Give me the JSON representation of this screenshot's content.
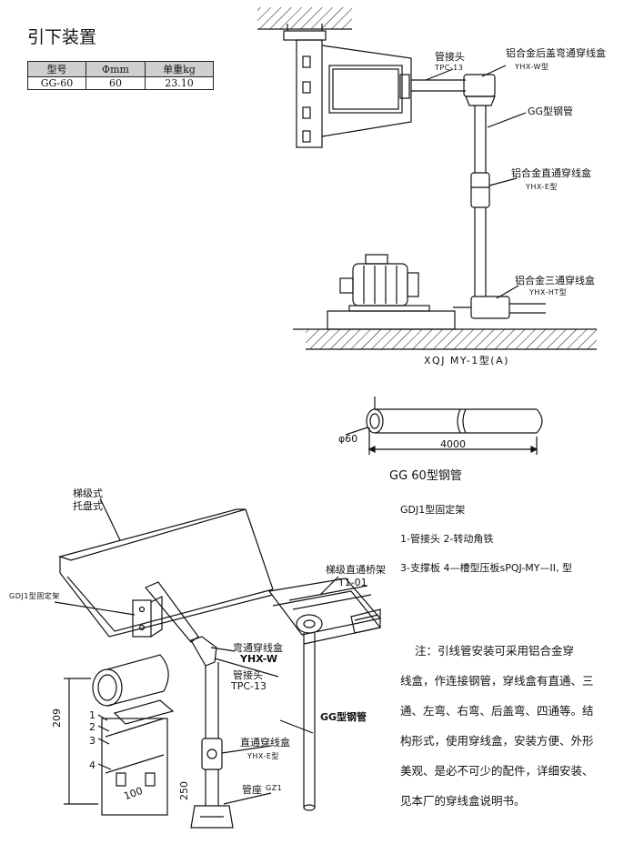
{
  "title": "引下装置",
  "spec_table": {
    "headers": [
      "型号",
      "Φmm",
      "单重kg"
    ],
    "rows": [
      [
        "GG-60",
        "60",
        "23.10"
      ]
    ]
  },
  "diagram_a": {
    "pipe_joint": "管接头",
    "pipe_joint_code": "TPC-13",
    "back_cover_box": "铝合金后盖弯通穿线盒",
    "back_cover_box_code": "YHX-W型",
    "gg_pipe": "GG型钢管",
    "straight_box": "铝合金直通穿线盒",
    "straight_box_code": "YHX-E型",
    "tee_box": "铝合金三通穿线盒",
    "tee_box_code": "YHX-HT型",
    "caption": "XQJ MY-1型(A)"
  },
  "pipe_drawing": {
    "diameter": "φ60",
    "length": "4000",
    "caption": "GG 60型钢管"
  },
  "fixture_legend": {
    "title": "GDJ1型固定架",
    "line1": "1-管接头  2-转动角铁",
    "line2": "3-支撑板  4—槽型压板sPQJ-MY—II, 型"
  },
  "diagram_b": {
    "ladder_tray_1": "梯级式",
    "ladder_tray_2": "托盘式",
    "gdj1_fixture": "GDJ1型固定架",
    "ladder_bridge": "梯级直通桥架",
    "ladder_bridge_code": "T1-01",
    "elbow_box": "弯通穿线盒",
    "elbow_box_code": "YHX-W",
    "pipe_joint": "管接头",
    "pipe_joint_code": "TPC-13",
    "straight_box": "直通穿线盒",
    "straight_box_code": "YHX-E型",
    "pipe_seat": "管座",
    "pipe_seat_code": "GZ1",
    "gg_pipe": "GG型钢管",
    "dim_209": "209",
    "dim_100": "100",
    "dim_250": "250",
    "part_1": "1",
    "part_2": "2",
    "part_3": "3",
    "part_4": "4"
  },
  "note": {
    "line1": "注：引线管安装可采用铝合金穿",
    "line2": "线盒，作连接钢管，穿线盒有直通、三",
    "line3": "通、左弯、右弯、后盖弯、四通等。结",
    "line4": "构形式，使用穿线盒，安装方便、外形",
    "line5": "美观、是必不可少的配件，详细安装、",
    "line6": "见本厂的穿线盒说明书。"
  }
}
